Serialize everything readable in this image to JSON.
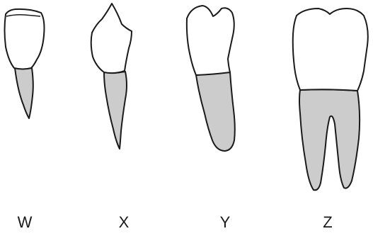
{
  "colors": {
    "root_fill": "#cccccc",
    "crown_fill": "#ffffff",
    "outline": "#1a1a1a"
  },
  "teeth": [
    {
      "id": "W",
      "label": "W"
    },
    {
      "id": "X",
      "label": "X"
    },
    {
      "id": "Y",
      "label": "Y"
    },
    {
      "id": "Z",
      "label": "Z"
    }
  ]
}
